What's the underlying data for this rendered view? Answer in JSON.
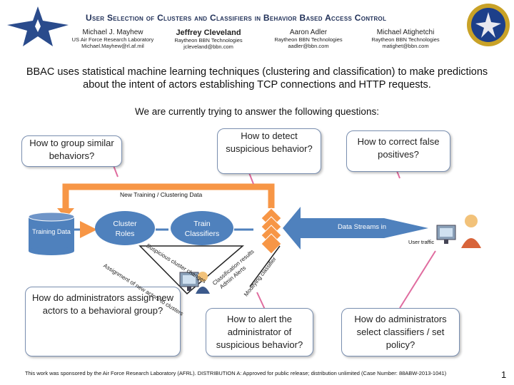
{
  "header": {
    "title": "User Selection of Clusters and Classifiers in Behavior Based Access Control"
  },
  "authors": [
    {
      "name": "Michael J. Mayhew",
      "affiliation": "US Air Force Research Laboratory",
      "email": "Michael.Mayhew@rl.af.mil"
    },
    {
      "name": "Jeffrey Cleveland",
      "affiliation": "Raytheon BBN Technologies",
      "email": "jcleveland@bbn.com"
    },
    {
      "name": "Aaron Adler",
      "affiliation": "Raytheon BBN Technologies",
      "email": "aadler@bbn.com"
    },
    {
      "name": "Michael Atighetchi",
      "affiliation": "Raytheon BBN Technologies",
      "email": "matighet@bbn.com"
    }
  ],
  "intro": "BBAC uses statistical machine learning techniques (clustering and classification) to make predictions about the intent of actors establishing TCP connections and HTTP requests.",
  "question_intro": "We are currently trying to answer the following questions:",
  "questions": {
    "group": "How to group similar behaviors?",
    "detect": "How to detect suspicious behavior?",
    "false_pos": "How to correct false positives?",
    "assign": "How do administrators assign new actors to a behavioral group?",
    "alert": "How to alert the administrator of suspicious behavior?",
    "select": "How do administrators select classifiers / set policy?"
  },
  "diagram": {
    "new_training": "New Training / Clustering Data",
    "training_data": "Training Data",
    "cluster_roles": "Cluster Roles",
    "train_classifiers": "Train Classifiers",
    "data_streams": "Data Streams in",
    "user_traffic": "User traffic",
    "suspicious_cluster": "Suspicious cluster changes",
    "assignment": "Assignment of new actors to clusters",
    "classification_results": "Classification results",
    "admin_alerts": "Admin Alerts",
    "modifying_classifier": "Modifying classifier"
  },
  "colors": {
    "accent_blue": "#4f81bd",
    "arrow_orange": "#f79646",
    "title_navy": "#1f2f57"
  },
  "footer": "This work was sponsored by the Air Force Research Laboratory (AFRL). DISTRIBUTION A: Approved for public release; distribution unlimited (Case Number: 88ABW-2013-1041)",
  "page_number": "1"
}
